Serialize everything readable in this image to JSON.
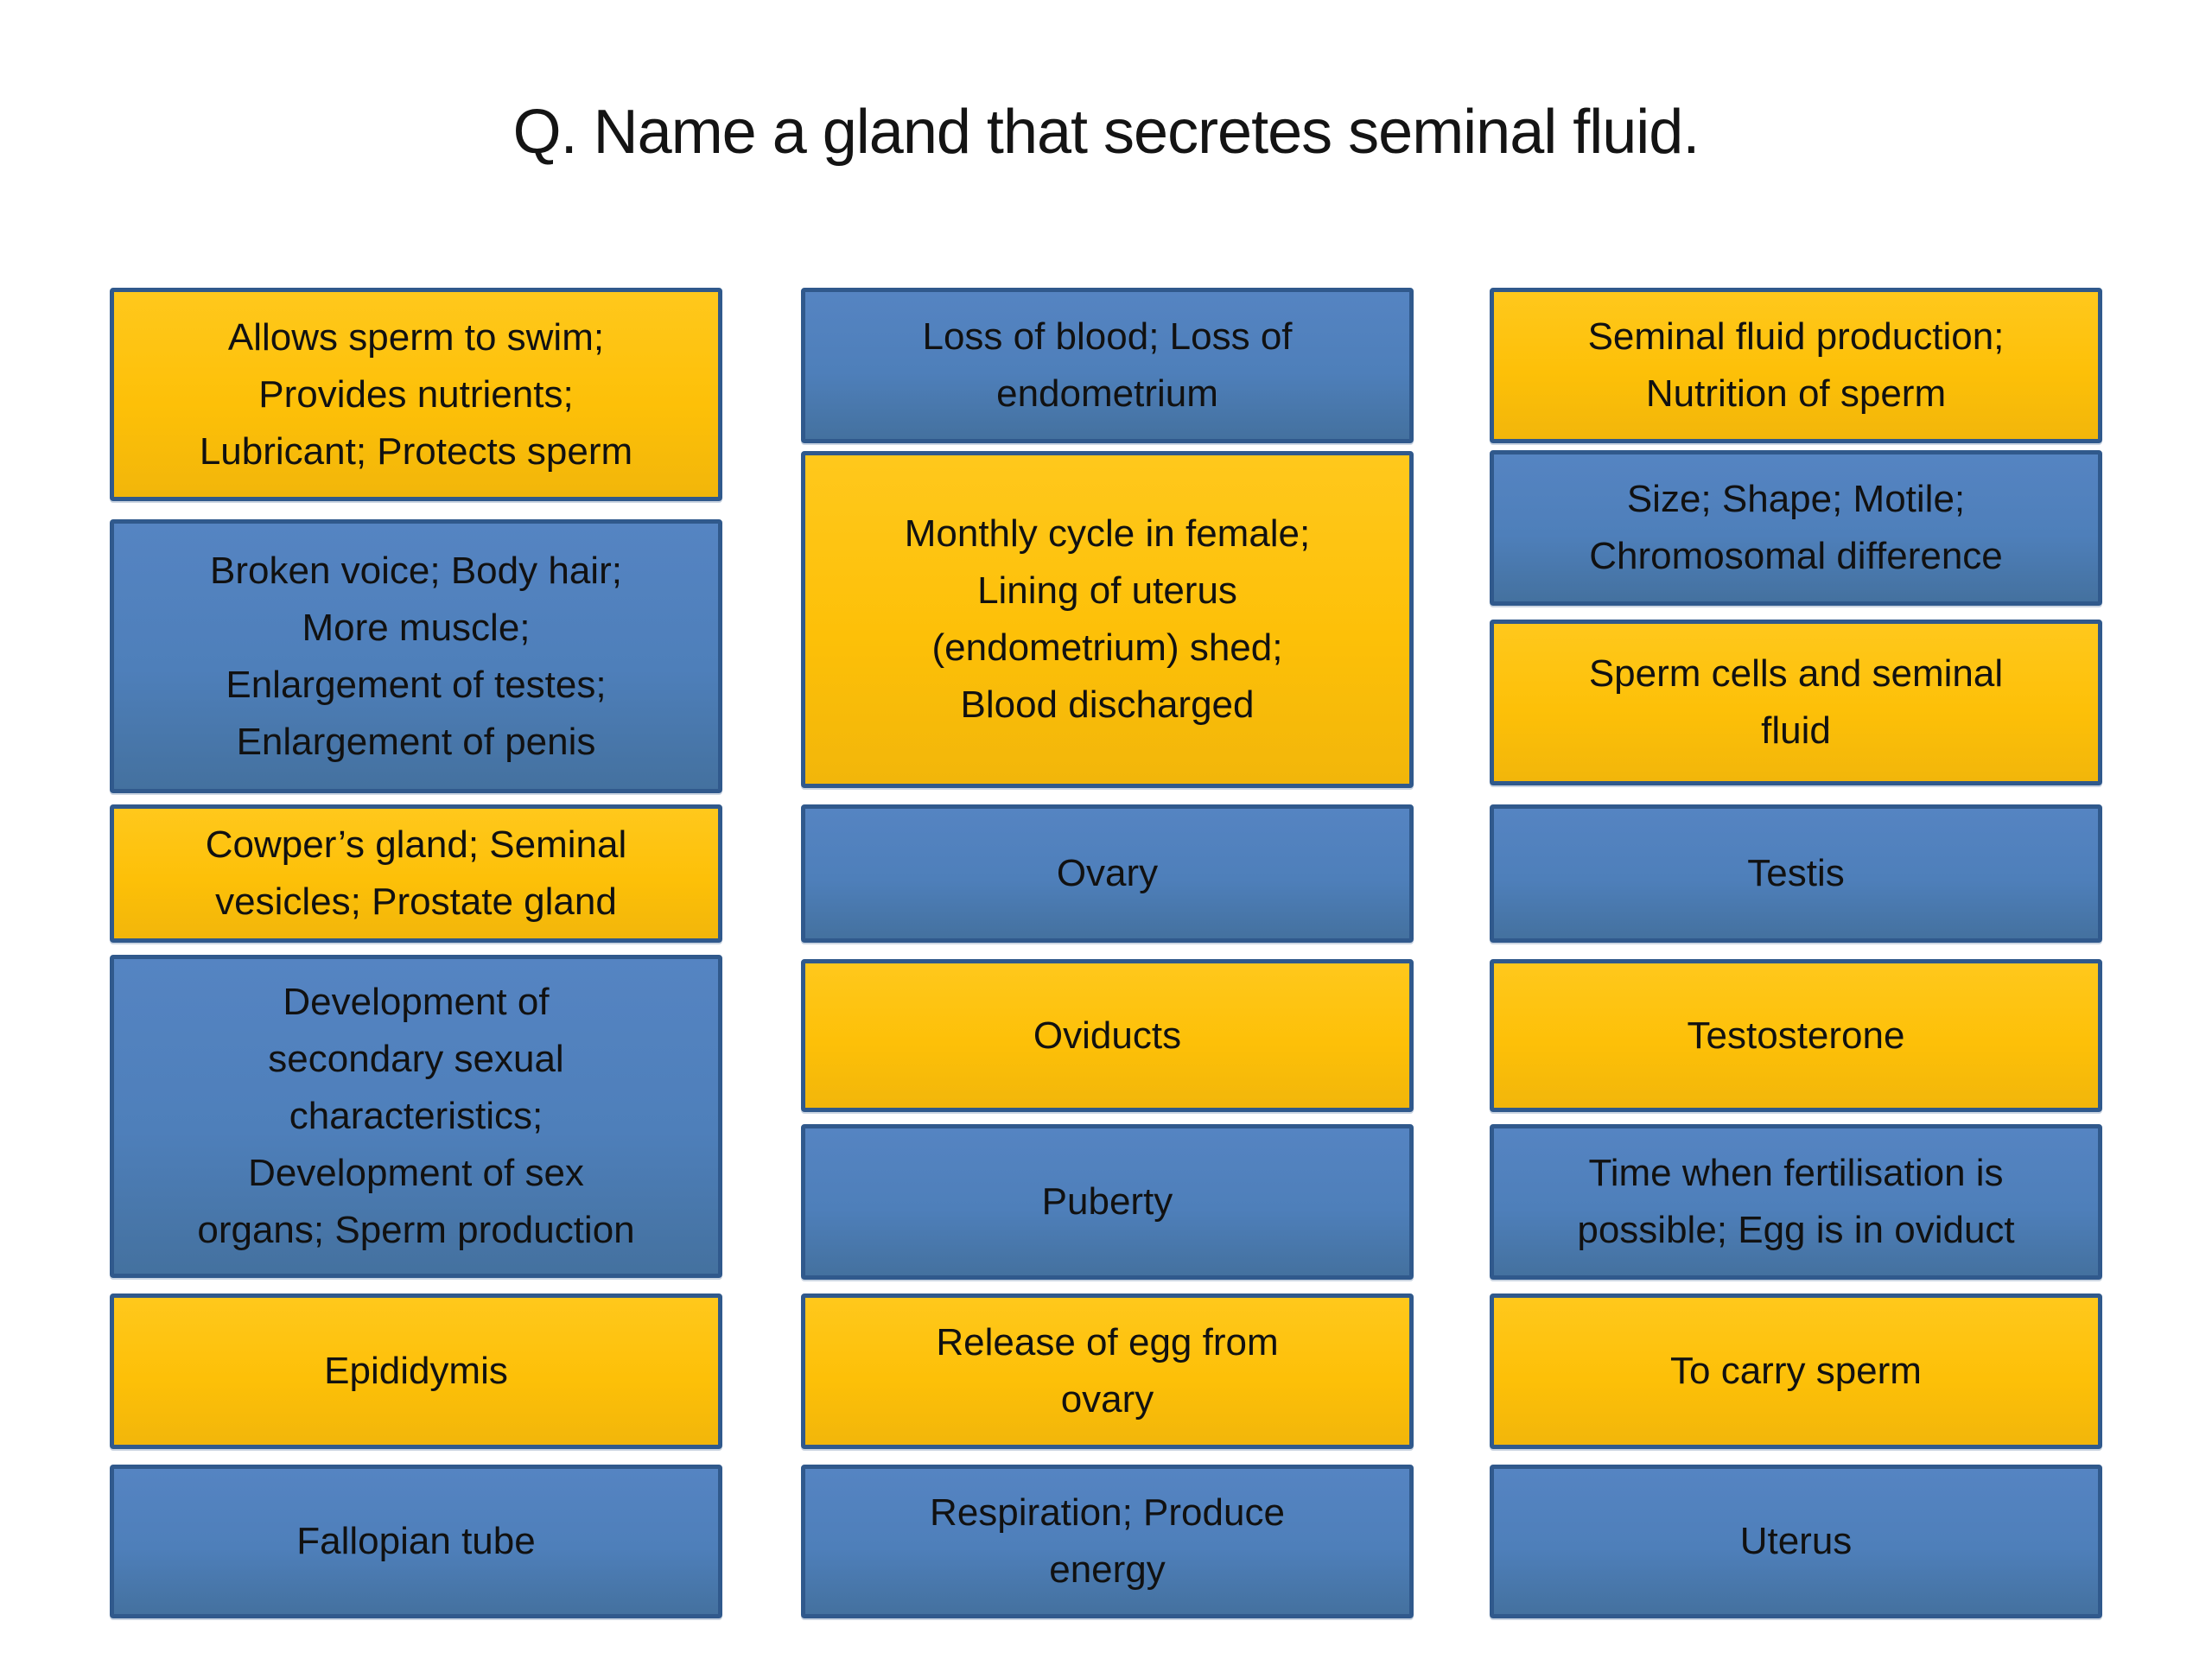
{
  "slide": {
    "title": "Q. Name a gland that secretes seminal fluid.",
    "background_color": "#ffffff",
    "box_colors": {
      "yellow": "#fdc008",
      "blue": "#4e7fba",
      "border": "#30598c",
      "text": "#111111"
    },
    "columns": [
      {
        "boxes": [
          {
            "text": "Allows sperm to swim;\nProvides nutrients;\nLubricant; Protects sperm",
            "color": "yellow"
          },
          {
            "text": "Broken voice; Body hair;\nMore muscle;\nEnlargement of testes;\nEnlargement of penis",
            "color": "blue"
          },
          {
            "text": "Cowper’s gland; Seminal\nvesicles; Prostate gland",
            "color": "yellow"
          },
          {
            "text": "Development of\nsecondary sexual\ncharacteristics;\nDevelopment of sex\norgans; Sperm production",
            "color": "blue"
          },
          {
            "text": "Epididymis",
            "color": "yellow"
          },
          {
            "text": "Fallopian tube",
            "color": "blue"
          }
        ]
      },
      {
        "boxes": [
          {
            "text": "Loss of blood; Loss of\nendometrium",
            "color": "blue"
          },
          {
            "text": "Monthly cycle in female;\nLining of uterus\n(endometrium) shed;\nBlood discharged",
            "color": "yellow"
          },
          {
            "text": "Ovary",
            "color": "blue"
          },
          {
            "text": "Oviducts",
            "color": "yellow"
          },
          {
            "text": "Puberty",
            "color": "blue"
          },
          {
            "text": "Release of egg from\novary",
            "color": "yellow"
          },
          {
            "text": "Respiration; Produce\nenergy",
            "color": "blue"
          }
        ]
      },
      {
        "boxes": [
          {
            "text": "Seminal fluid production;\nNutrition of sperm",
            "color": "yellow"
          },
          {
            "text": "Size; Shape; Motile;\nChromosomal difference",
            "color": "blue"
          },
          {
            "text": "Sperm cells and seminal\nfluid",
            "color": "yellow"
          },
          {
            "text": "Testis",
            "color": "blue"
          },
          {
            "text": "Testosterone",
            "color": "yellow"
          },
          {
            "text": "Time when fertilisation is\npossible; Egg is in oviduct",
            "color": "blue"
          },
          {
            "text": "To carry sperm",
            "color": "yellow"
          },
          {
            "text": "Uterus",
            "color": "blue"
          }
        ]
      }
    ]
  }
}
